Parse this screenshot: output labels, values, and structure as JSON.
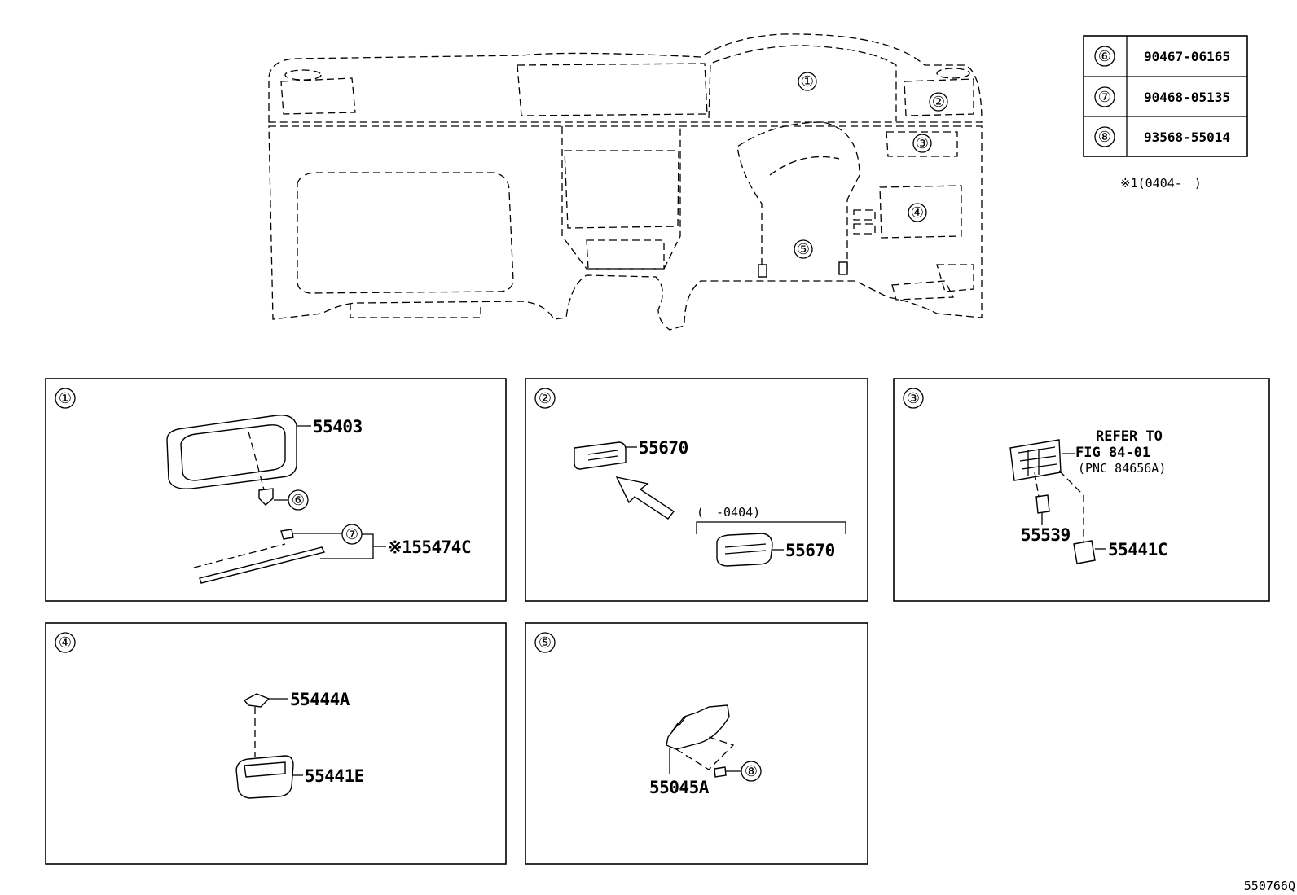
{
  "parts_table": {
    "rows": [
      {
        "ref": "⑥",
        "part_no": "90467-06165"
      },
      {
        "ref": "⑦",
        "part_no": "90468-05135"
      },
      {
        "ref": "⑧",
        "part_no": "93568-55014"
      }
    ],
    "note": "※1(0404-　)"
  },
  "overview": {
    "callouts": [
      "①",
      "②",
      "③",
      "④",
      "⑤"
    ]
  },
  "panels": [
    {
      "id": "①",
      "labels": {
        "p55403": "55403",
        "ref6": "⑥",
        "ref7": "⑦",
        "p55474c": "※155474C"
      }
    },
    {
      "id": "②",
      "labels": {
        "p55670_a": "55670",
        "range": "(　-0404)",
        "p55670_b": "55670"
      }
    },
    {
      "id": "③",
      "labels": {
        "refer1": "REFER TO",
        "refer2": "FIG 84-01",
        "refer3": "(PNC 84656A)",
        "p55539": "55539",
        "p55441c": "55441C"
      }
    },
    {
      "id": "④",
      "labels": {
        "p55444a": "55444A",
        "p55441e": "55441E"
      }
    },
    {
      "id": "⑤",
      "labels": {
        "p55045a": "55045A",
        "ref8": "⑧"
      }
    }
  ],
  "figure_code": "550766Q"
}
